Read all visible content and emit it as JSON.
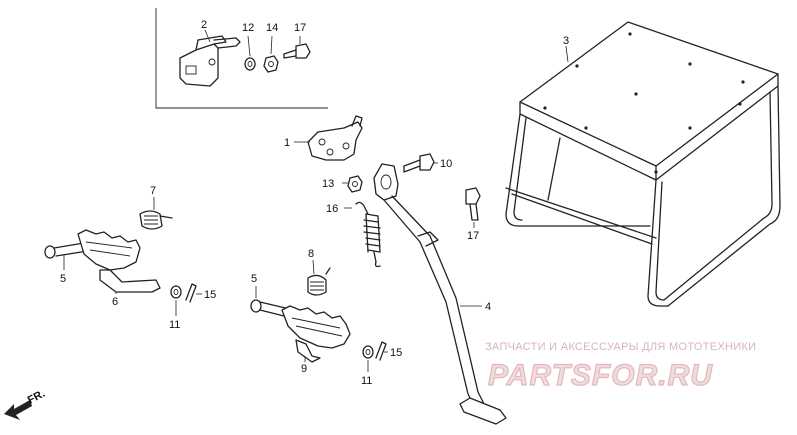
{
  "diagram": {
    "labels": {
      "p1": "1",
      "p2": "2",
      "p3": "3",
      "p4": "4",
      "p5a": "5",
      "p5b": "5",
      "p6": "6",
      "p7": "7",
      "p8": "8",
      "p9": "9",
      "p10": "10",
      "p11a": "11",
      "p11b": "11",
      "p12": "12",
      "p13": "13",
      "p14": "14",
      "p15a": "15",
      "p15b": "15",
      "p16": "16",
      "p17a": "17",
      "p17b": "17"
    },
    "front_arrow": "FR.",
    "watermark": {
      "tagline": "ЗАПЧАСТИ И АКСЕССУАРЫ ДЛЯ МОТОТЕХНИКИ",
      "brand": "PARTSFOR.RU"
    }
  }
}
